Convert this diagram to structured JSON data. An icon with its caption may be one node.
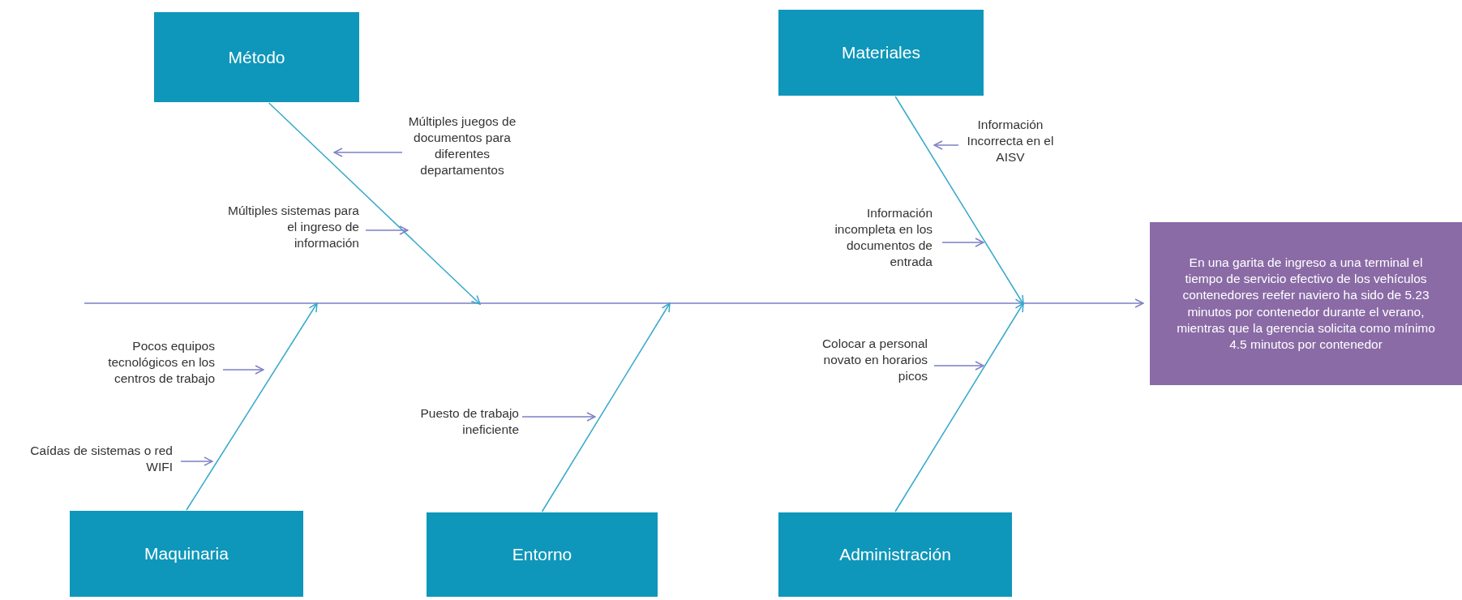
{
  "diagram": {
    "nodes": [
      {
        "text": [
          "Método"
        ]
      },
      {
        "text": [
          "Materiales"
        ]
      },
      {
        "text": [
          "Maquinaria"
        ]
      },
      {
        "text": [
          "Entorno"
        ]
      },
      {
        "text": [
          "Administración"
        ]
      },
      {
        "text": [
          "En una garita de ingreso a una terminal el tiempo de servicio efectivo de los vehículos contenedores reefer naviero ha sido de 5.23 minutos por contenedor durante el verano, mientras que la gerencia solicita como mínimo 4.5 minutos por contenedor"
        ]
      },
      {
        "text": [
          "Múltiples juegos de documentos para diferentes departamentos"
        ]
      },
      {
        "text": [
          "Múltiples sistemas para el ingreso de información"
        ]
      },
      {
        "text": [
          "Información Incorrecta en el AISV"
        ]
      },
      {
        "text": [
          "Información incompleta en los documentos de entrada"
        ]
      },
      {
        "text": [
          "Pocos equipos tecnológicos en los centros de trabajo"
        ]
      },
      {
        "text": [
          "Caídas de sistemas o red WIFI"
        ]
      },
      {
        "text": [
          "Puesto de trabajo ineficiente"
        ]
      },
      {
        "text": [
          "Colocar a personal novato en horarios picos"
        ]
      }
    ],
    "edges": [
      {
        "from": null,
        "to": 5,
        "arrow": "to"
      },
      {
        "from": 0,
        "to": null,
        "arrow": "to",
        "color": "#36a8cc"
      },
      {
        "from": 1,
        "to": null,
        "arrow": "to",
        "color": "#36a8cc"
      },
      {
        "from": 2,
        "to": null,
        "arrow": "to",
        "color": "#36a8cc"
      },
      {
        "from": 3,
        "to": null,
        "arrow": "to",
        "color": "#36a8cc"
      },
      {
        "from": 4,
        "to": null,
        "arrow": "to",
        "color": "#36a8cc"
      },
      {
        "from": 6,
        "to": null,
        "arrow": "to"
      },
      {
        "from": 7,
        "to": null,
        "arrow": "to"
      },
      {
        "from": 8,
        "to": null,
        "arrow": "to"
      },
      {
        "from": 9,
        "to": null,
        "arrow": "to"
      },
      {
        "from": 10,
        "to": null,
        "arrow": "to"
      },
      {
        "from": 11,
        "to": null,
        "arrow": "to"
      },
      {
        "from": 12,
        "to": null,
        "arrow": "to"
      },
      {
        "from": 13,
        "to": null,
        "arrow": "to"
      }
    ]
  }
}
